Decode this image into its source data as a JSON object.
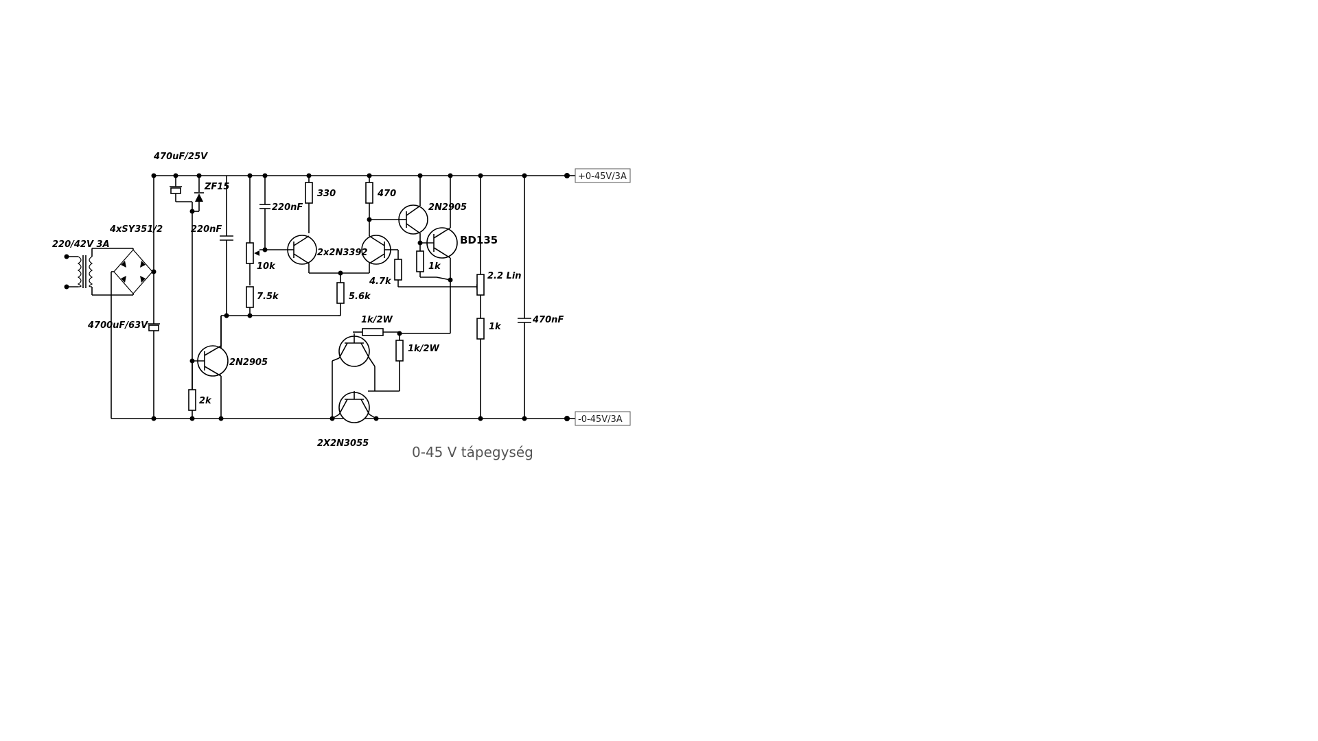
{
  "caption": "0-45 V tápegység",
  "terminals": {
    "positive": "+0-45V/3A",
    "negative": "-0-45V/3A"
  },
  "labels": {
    "transformer": "220/42V 3A",
    "bridge": "4xSY351/2",
    "cap_main": "4700uF/63V",
    "cap_ref": "470uF/25V",
    "zener": "ZF15",
    "cap_220_a": "220nF",
    "cap_220_b": "220nF",
    "pot_10k": "10k",
    "res_7k5": "7.5k",
    "res_330": "330",
    "diff_pair": "2x2N3392",
    "res_5k6": "5.6k",
    "res_470": "470",
    "res_4k7": "4.7k",
    "q_2n2905_top": "2N2905",
    "q_bd135": "BD135",
    "res_1k_top": "1k",
    "pot_2k2": "2.2 Lin",
    "res_1k_mid": "1k",
    "cap_out": "470nF",
    "res_1k2w_a": "1k/2W",
    "res_1k2w_b": "1k/2W",
    "q_2n2905_low": "2N2905",
    "res_2k": "2k",
    "power_pair": "2X2N3055"
  }
}
